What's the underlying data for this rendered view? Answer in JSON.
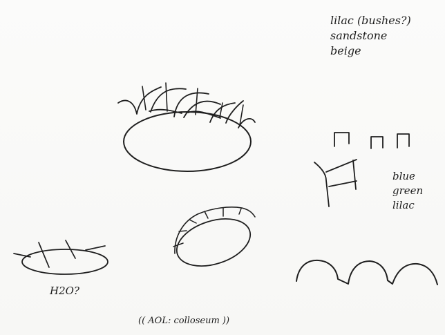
{
  "sheet": {
    "background": "#f8f8f7",
    "ink_color": "#1f1f1f"
  },
  "notes": {
    "palette_top": [
      "lilac (bushes?)",
      "sandstone",
      "beige"
    ],
    "palette_right": [
      "blue",
      "green",
      "lilac"
    ],
    "question": "H2O?",
    "caption": "(( AOL: colloseum ))"
  }
}
